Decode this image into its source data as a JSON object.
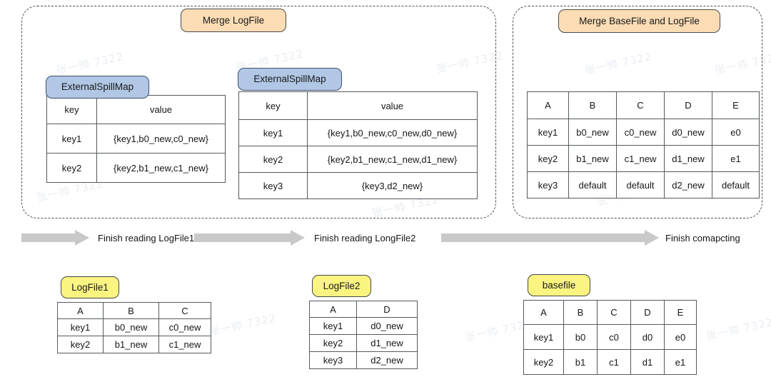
{
  "watermark": "张一帅 7322",
  "panels": [
    {
      "title": "Merge LogFile"
    },
    {
      "title": "Merge BaseFile and LogFile"
    }
  ],
  "spillmap_left": {
    "badge": "ExternalSpillMap",
    "headers": [
      "key",
      "value"
    ],
    "rows": [
      [
        "key1",
        "{key1,b0_new,c0_new}"
      ],
      [
        "key2",
        "{key2,b1_new,c1_new}"
      ]
    ]
  },
  "spillmap_right": {
    "badge": "ExternalSpillMap",
    "headers": [
      "key",
      "value"
    ],
    "rows": [
      [
        "key1",
        "{key1,b0_new,c0_new,d0_new}"
      ],
      [
        "key2",
        "{key2,b1_new,c1_new,d1_new}"
      ],
      [
        "key3",
        "{key3,d2_new}"
      ]
    ]
  },
  "merged_table": {
    "headers": [
      "A",
      "B",
      "C",
      "D",
      "E"
    ],
    "rows": [
      [
        "key1",
        "b0_new",
        "c0_new",
        "d0_new",
        "e0"
      ],
      [
        "key2",
        "b1_new",
        "c1_new",
        "d1_new",
        "e1"
      ],
      [
        "key3",
        "default",
        "default",
        "d2_new",
        "default"
      ]
    ]
  },
  "arrows": [
    {
      "label": "Finish reading LogFile1"
    },
    {
      "label": "Finish reading LongFile2"
    },
    {
      "label": "Finish comapcting"
    }
  ],
  "logfile1": {
    "badge": "LogFile1",
    "headers": [
      "A",
      "B",
      "C"
    ],
    "rows": [
      [
        "key1",
        "b0_new",
        "c0_new"
      ],
      [
        "key2",
        "b1_new",
        "c1_new"
      ]
    ]
  },
  "logfile2": {
    "badge": "LogFile2",
    "headers": [
      "A",
      "D"
    ],
    "rows": [
      [
        "key1",
        "d0_new"
      ],
      [
        "key2",
        "d1_new"
      ],
      [
        "key3",
        "d2_new"
      ]
    ]
  },
  "basefile": {
    "badge": "basefile",
    "headers": [
      "A",
      "B",
      "C",
      "D",
      "E"
    ],
    "rows": [
      [
        "key1",
        "b0",
        "c0",
        "d0",
        "e0"
      ],
      [
        "key2",
        "b1",
        "c1",
        "d1",
        "e1"
      ]
    ]
  },
  "colors": {
    "badge_orange": "#fbdcb5",
    "badge_blue": "#b1c7e5",
    "badge_yellow": "#fbf481",
    "arrow_gray": "#c9c9c9",
    "panel_border": "#4d4d4d",
    "table_border": "#555a5f"
  }
}
